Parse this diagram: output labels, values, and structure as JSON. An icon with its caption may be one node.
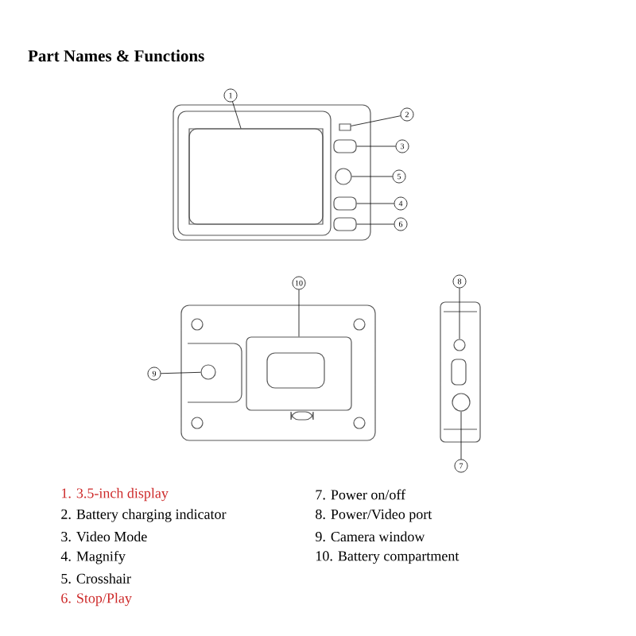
{
  "diagram": {
    "title": "Part Names & Functions",
    "nodes": [
      {
        "text": [
          "1"
        ]
      },
      {
        "text": [],
        "shape": "box"
      },
      {
        "text": [
          "2"
        ]
      },
      {
        "text": [],
        "shape": "box"
      },
      {
        "text": [
          "3"
        ]
      },
      {
        "text": [],
        "shape": "box"
      },
      {
        "text": [
          "5"
        ]
      },
      {
        "text": [],
        "shape": "circle"
      },
      {
        "text": [
          "4"
        ]
      },
      {
        "text": [],
        "shape": "box"
      },
      {
        "text": [
          "6"
        ]
      },
      {
        "text": [],
        "shape": "box"
      },
      {
        "text": [
          "10"
        ]
      },
      {
        "text": [],
        "shape": "box"
      },
      {
        "text": [
          "9"
        ]
      },
      {
        "text": [],
        "shape": "circle"
      },
      {
        "text": [
          "8"
        ]
      },
      {
        "text": [],
        "shape": "circle"
      },
      {
        "text": [
          "7"
        ]
      },
      {
        "text": [],
        "shape": "circle"
      }
    ],
    "edges": [
      {
        "from": 0,
        "to": 1,
        "arrow": "none"
      },
      {
        "from": 2,
        "to": 3,
        "arrow": "none"
      },
      {
        "from": 4,
        "to": 5,
        "arrow": "none"
      },
      {
        "from": 6,
        "to": 7,
        "arrow": "none"
      },
      {
        "from": 8,
        "to": 9,
        "arrow": "none"
      },
      {
        "from": 10,
        "to": 11,
        "arrow": "none"
      },
      {
        "from": 12,
        "to": 13,
        "arrow": "none"
      },
      {
        "from": 14,
        "to": 15,
        "arrow": "none"
      },
      {
        "from": 16,
        "to": 17,
        "arrow": "none"
      },
      {
        "from": 18,
        "to": 19,
        "arrow": "none"
      }
    ],
    "labels": [
      "1. 3.5-inch display",
      "2. Battery charging indicator",
      "3. Video Mode",
      "4. Magnify",
      "5. Crosshair",
      "6. Stop/Play",
      "7. Power on/off",
      "8. Power/Video port",
      "9. Camera window",
      "10. Battery compartment"
    ]
  }
}
